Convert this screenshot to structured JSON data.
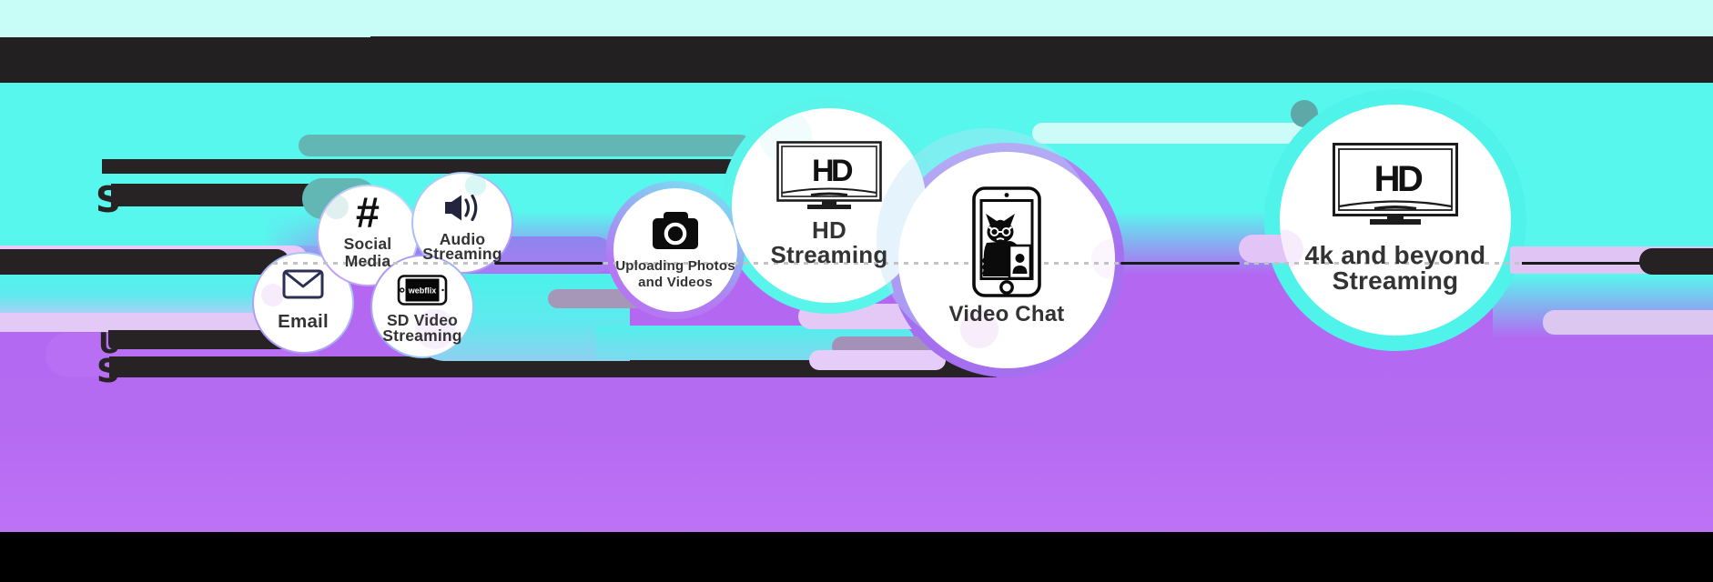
{
  "bubbles": {
    "email": {
      "label": "Email",
      "icon": "envelope-icon"
    },
    "social_media": {
      "label_line1": "Social",
      "label_line2": "Media",
      "icon": "hashtag-icon",
      "hashtag_glyph": "#"
    },
    "audio_streaming": {
      "label_line1": "Audio",
      "label_line2": "Streaming",
      "icon": "speaker-icon"
    },
    "sd_video_streaming": {
      "label_line1": "SD Video",
      "label_line2": "Streaming",
      "icon": "webflix-phone-icon",
      "screen_text": "webflix"
    },
    "uploading_photos": {
      "label_line1": "Uploading Photos",
      "label_line2": "and Videos",
      "icon": "camera-icon"
    },
    "hd_streaming": {
      "label_line1": "HD",
      "label_line2": "Streaming",
      "icon": "tv-icon",
      "screen_text": "HD"
    },
    "video_chat": {
      "label": "Video Chat",
      "icon": "phone-video-cat-icon"
    },
    "fourk_streaming": {
      "label_line1": "4k and beyond",
      "label_line2": "Streaming",
      "icon": "tv-icon",
      "screen_text": "HD"
    }
  },
  "redacted_text_fragments": {
    "download_block_line2_initial": "S",
    "upload_block_line1_initial": "U",
    "upload_block_line2_initial": "S"
  },
  "colors": {
    "top_strip": "#c7fcf7",
    "header_band": "#232021",
    "turquoise": "#58f7ee",
    "purple": "#b468f2",
    "footer": "#000000",
    "teal_capsule": "#62b7b4",
    "lavender_capsule": "#e3c9f5",
    "black_bar": "#272324"
  }
}
